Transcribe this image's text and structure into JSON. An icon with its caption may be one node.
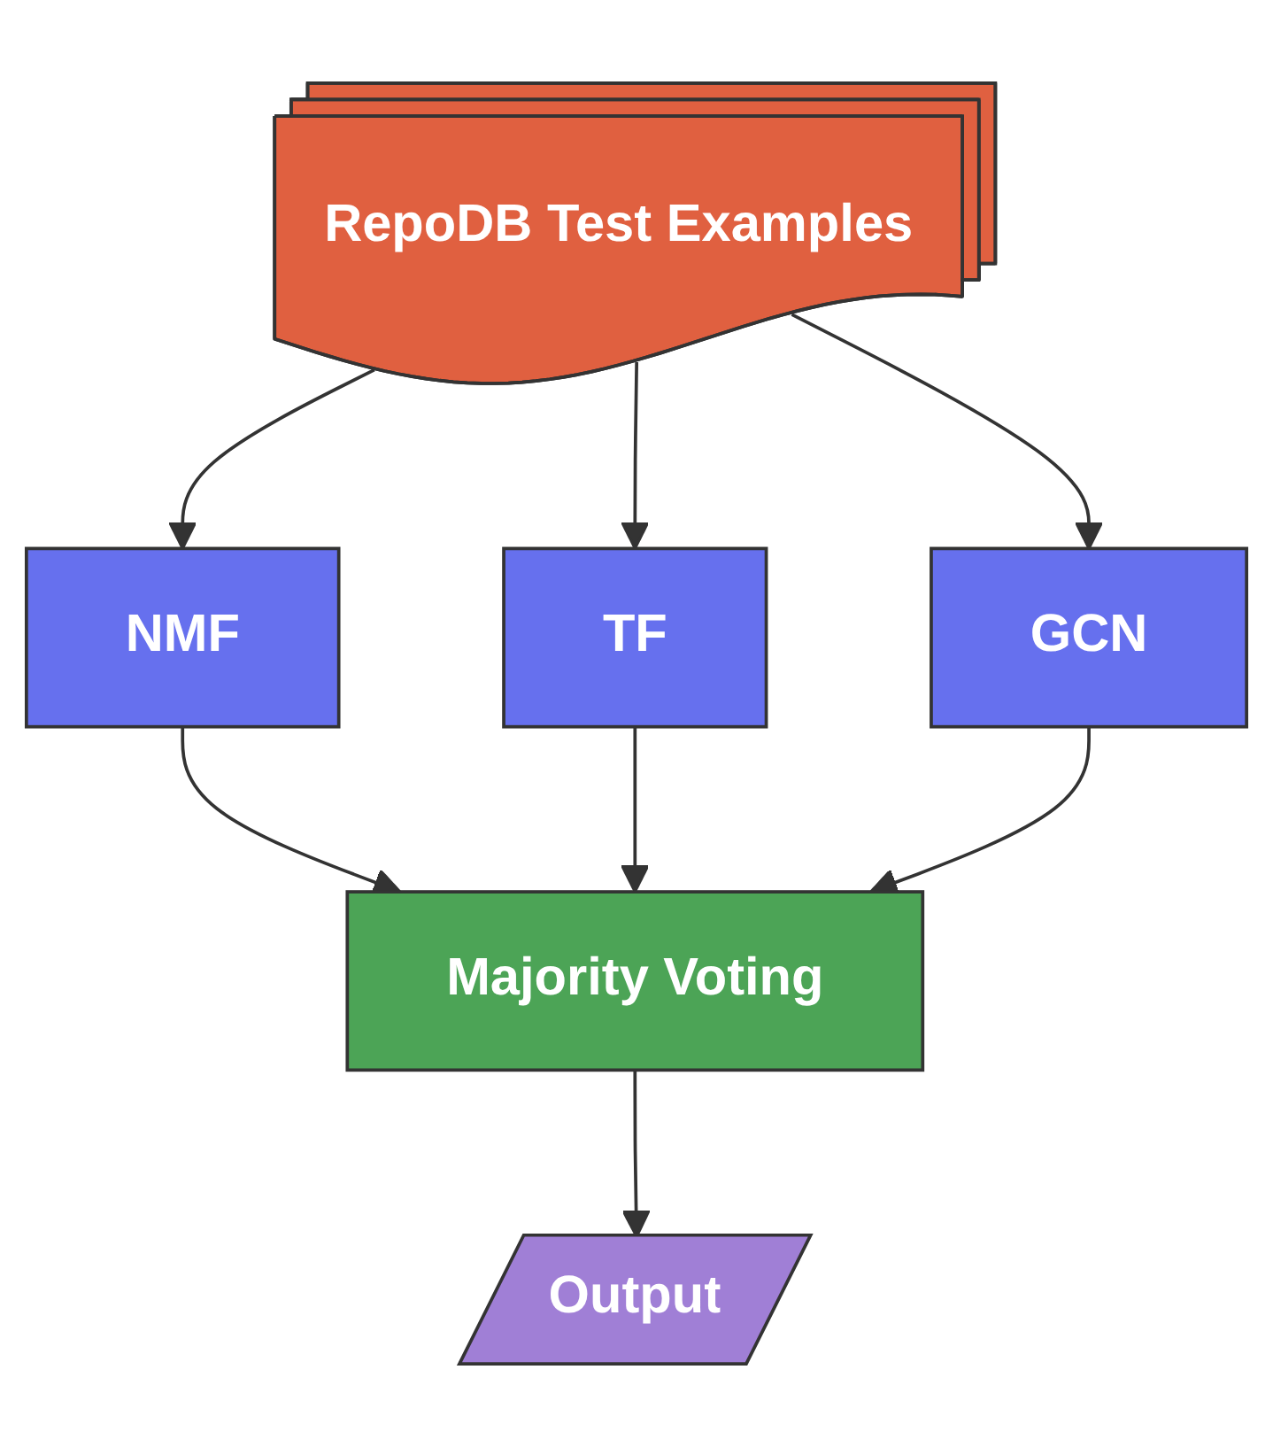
{
  "diagram": {
    "nodes": [
      {
        "text": [
          "RepoDB Test Examples"
        ]
      },
      {
        "text": [
          "NMF"
        ]
      },
      {
        "text": [
          "TF"
        ]
      },
      {
        "text": [
          "GCN"
        ]
      },
      {
        "text": [
          "Majority Voting"
        ]
      },
      {
        "text": [
          "Output"
        ]
      }
    ],
    "edges": [
      {
        "from": 0,
        "to": 1,
        "arrow": "to"
      },
      {
        "from": 0,
        "to": 2,
        "arrow": "to"
      },
      {
        "from": 0,
        "to": 3,
        "arrow": "to"
      },
      {
        "from": 1,
        "to": 4,
        "arrow": "to"
      },
      {
        "from": 2,
        "to": 4,
        "arrow": "to"
      },
      {
        "from": 3,
        "to": 4,
        "arrow": "to"
      },
      {
        "from": 4,
        "to": 5,
        "arrow": "to"
      }
    ]
  }
}
